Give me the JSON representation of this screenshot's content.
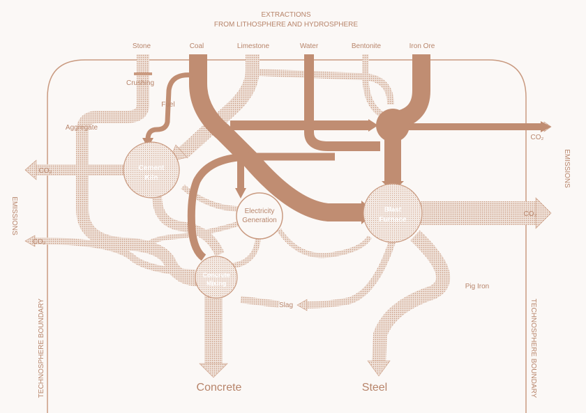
{
  "header": {
    "title_line1": "EXTRACTIONS",
    "title_line2": "FROM LITHOSPHERE AND HYDROSPHERE"
  },
  "sources": [
    "Stone",
    "Coal",
    "Limestone",
    "Water",
    "Bentonite",
    "Iron Ore"
  ],
  "processes": {
    "crushing": "Crushing",
    "fuel": "Fuel",
    "aggregate": "Aggregate",
    "cement_kiln_1": "Cement",
    "cement_kiln_2": "Kiln",
    "electricity_1": "Electricity",
    "electricity_2": "Generation",
    "blast_1": "Blast",
    "blast_2": "Furnace",
    "concrete_mixing_1": "Concrete",
    "concrete_mixing_2": "Mixing",
    "slag": "Slag",
    "pig_iron": "Pig Iron"
  },
  "emissions": {
    "co2": "CO₂",
    "label_right": "EMISSIONS",
    "label_left": "EMISSIONS"
  },
  "boundary": {
    "left": "TECHNOSPHERE BOUNDARY",
    "right": "TECHNOSPHERE BOUNDARY"
  },
  "outputs": {
    "concrete": "Concrete",
    "steel": "Steel"
  },
  "colors": {
    "background": "#fbf8f6",
    "flow_dark": "#c08d72",
    "flow_light": "#e7d3c7",
    "outline": "#b7846a"
  }
}
